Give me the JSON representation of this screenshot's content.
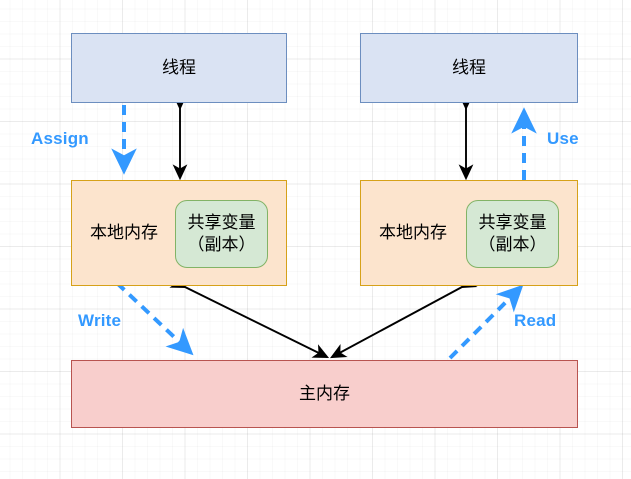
{
  "diagram": {
    "title": "Java Memory Model (JMM) thread / local memory / main memory diagram",
    "colors": {
      "thread_fill": "#dae3f3",
      "thread_stroke": "#6c8ebf",
      "local_fill": "#fce4cd",
      "local_stroke": "#d6a119",
      "shared_fill": "#d5e8d4",
      "shared_stroke": "#82b366",
      "main_fill": "#f8cecc",
      "main_stroke": "#b85450",
      "accent_blue": "#3399ff",
      "black_arrow": "#000000",
      "grid": "#e8e8e8"
    },
    "threads": [
      {
        "label": "线程"
      },
      {
        "label": "线程"
      }
    ],
    "local_memories": [
      {
        "label": "本地内存",
        "shared_var_line1": "共享变量",
        "shared_var_line2": "（副本）"
      },
      {
        "label": "本地内存",
        "shared_var_line1": "共享变量",
        "shared_var_line2": "（副本）"
      }
    ],
    "main_memory": {
      "label": "主内存"
    },
    "arrow_labels": [
      {
        "name": "assign",
        "text": "Assign"
      },
      {
        "name": "use",
        "text": "Use"
      },
      {
        "name": "write",
        "text": "Write"
      },
      {
        "name": "read",
        "text": "Read"
      }
    ]
  }
}
